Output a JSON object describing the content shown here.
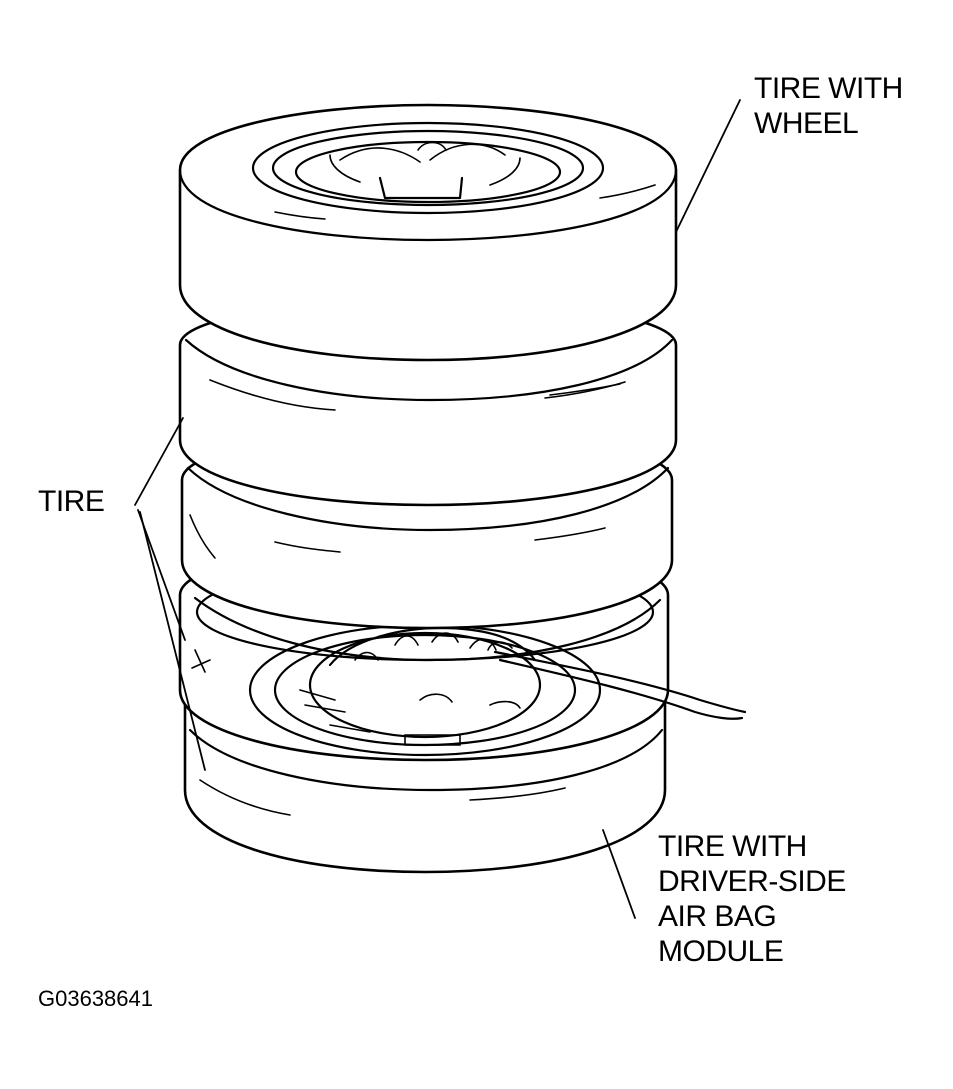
{
  "labels": {
    "top": [
      "TIRE WITH",
      "WHEEL"
    ],
    "middle": "TIRE",
    "bottom": [
      "TIRE WITH",
      "DRIVER-SIDE",
      "AIR BAG",
      "MODULE"
    ]
  },
  "figure_id": "G03638641",
  "colors": {
    "line": "#000000",
    "background": "#ffffff"
  }
}
